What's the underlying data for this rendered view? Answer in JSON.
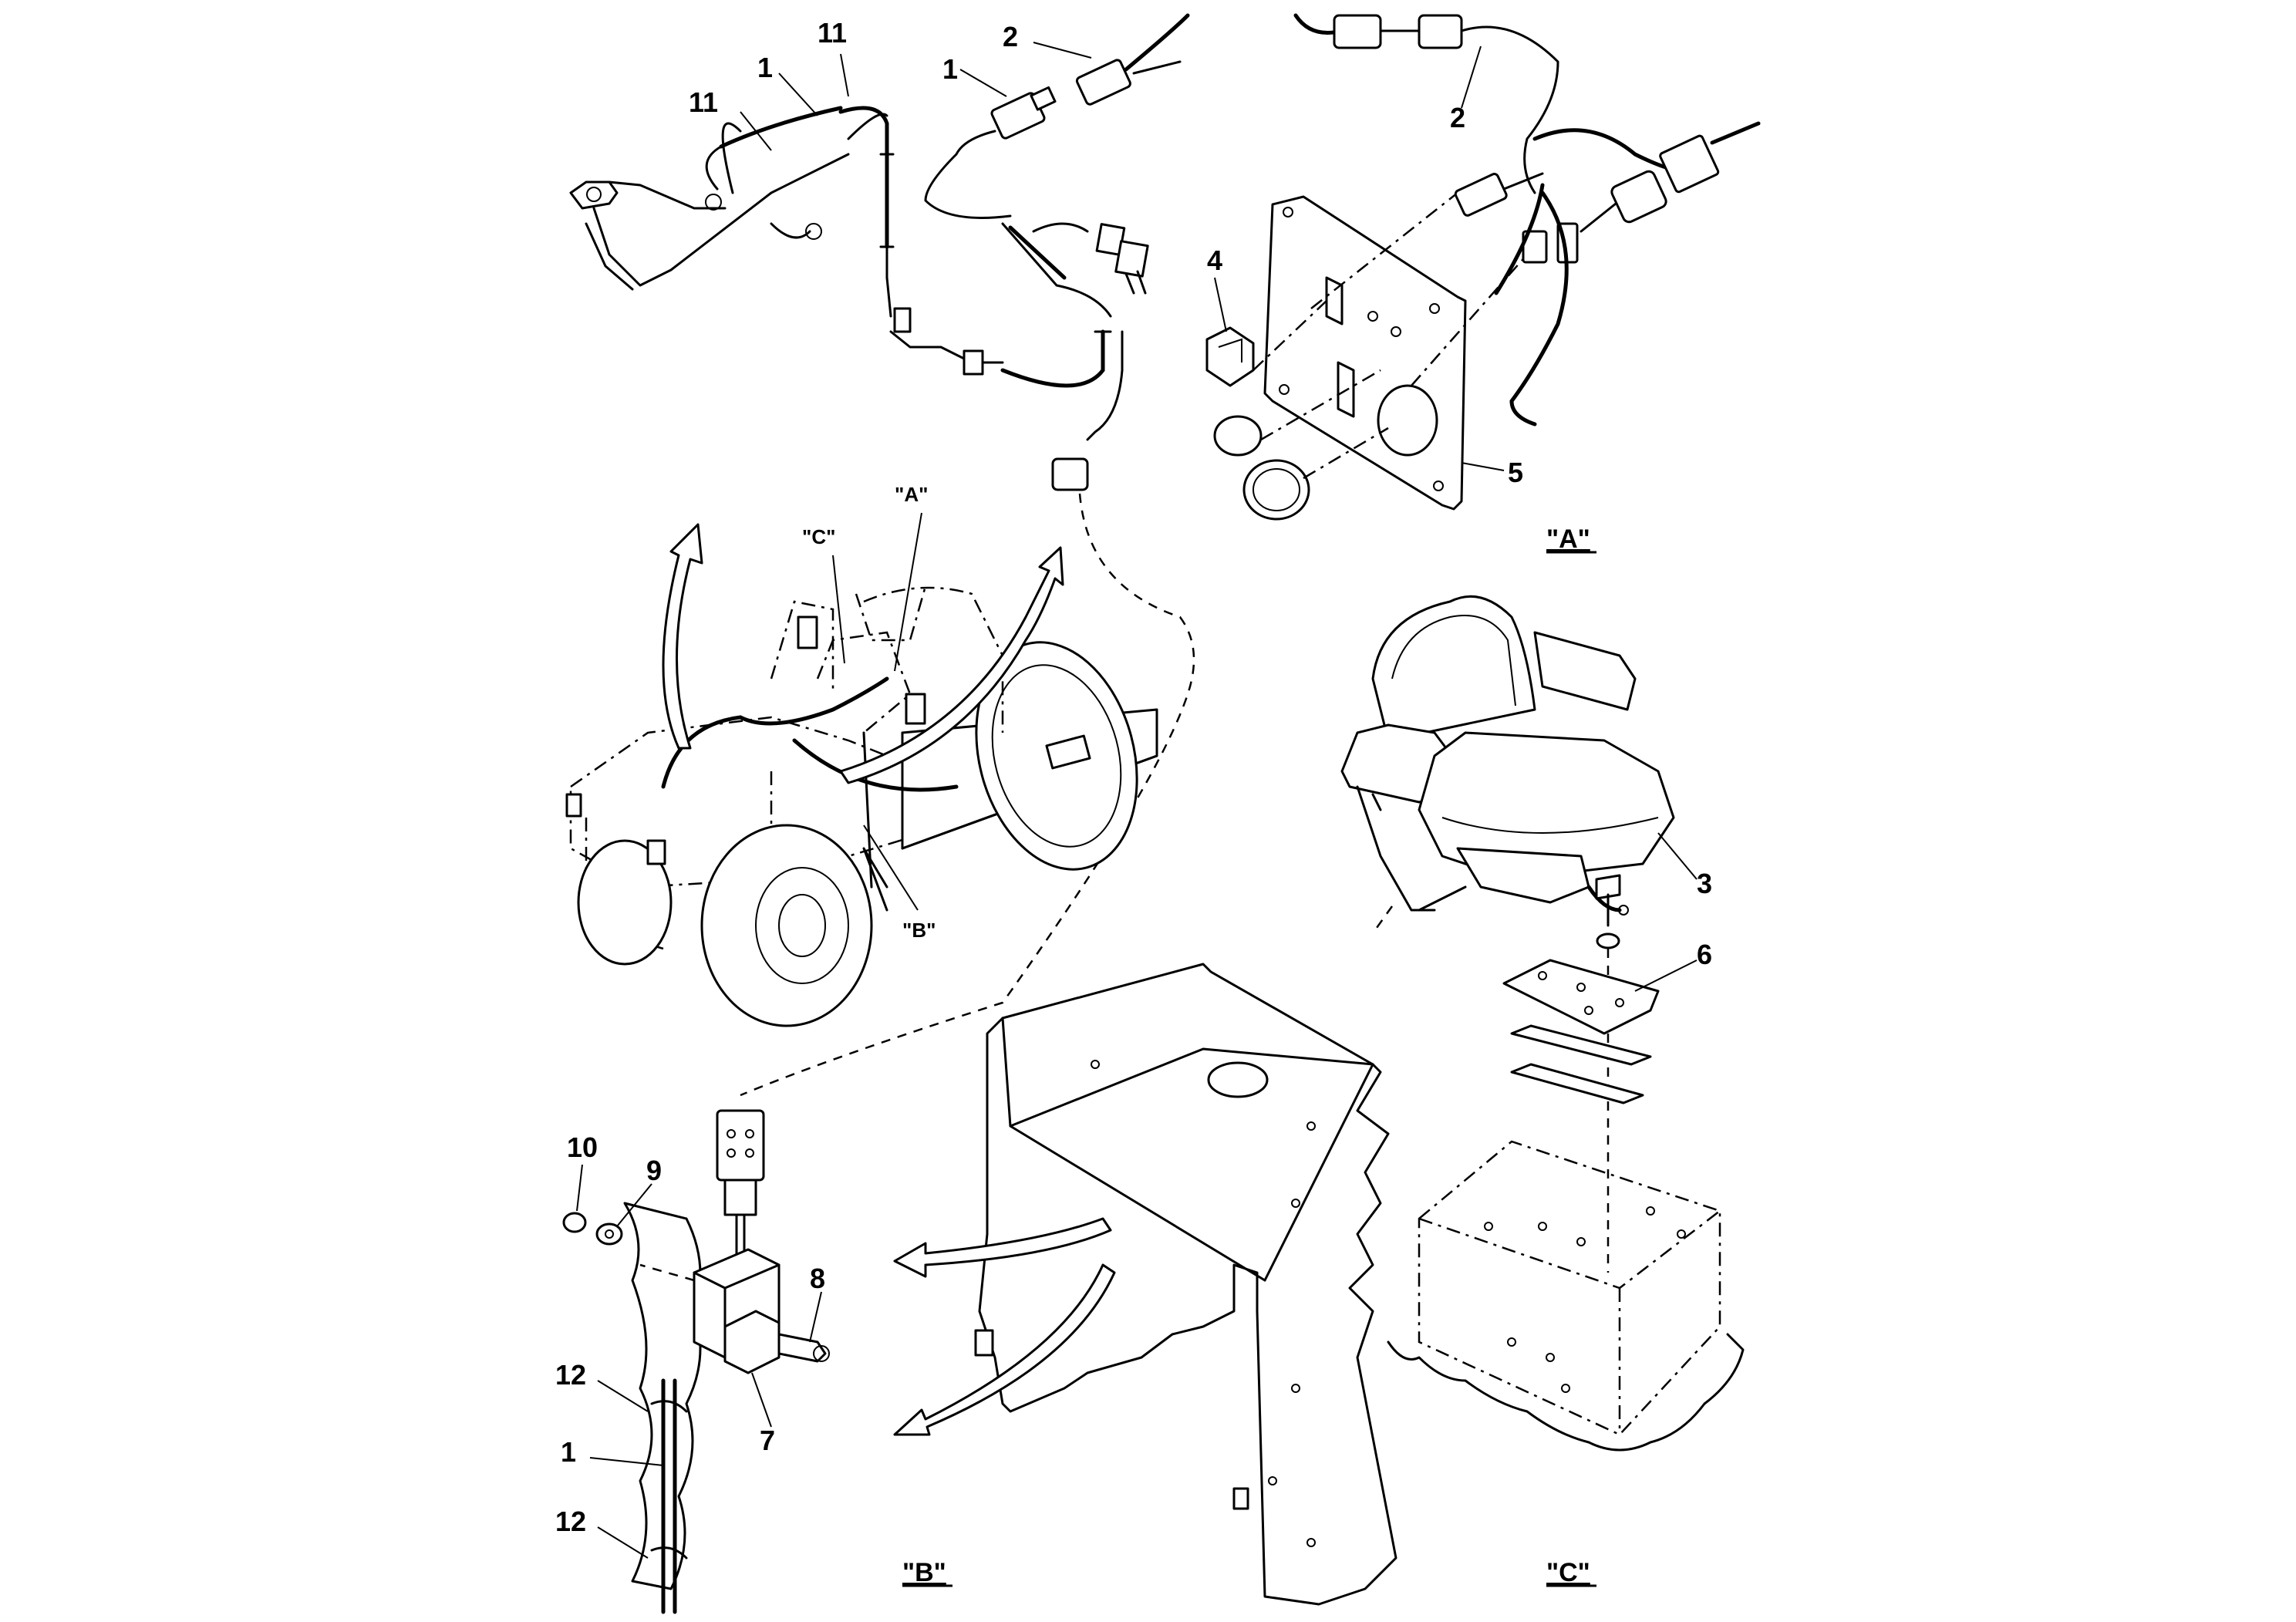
{
  "callouts": {
    "c1_top": "1",
    "c11_top_right": "11",
    "c11_top_left": "11",
    "c1_mid": "1",
    "c2_mid": "2",
    "c2_right": "2",
    "c4": "4",
    "c5": "5",
    "c3": "3",
    "c6": "6",
    "c10": "10",
    "c9": "9",
    "c8": "8",
    "c7": "7",
    "c12_upper": "12",
    "c1_lower": "1",
    "c12_lower": "12"
  },
  "view_labels": {
    "view_a": "\"A\"",
    "view_b": "\"B\"",
    "view_c": "\"C\""
  },
  "machine_labels": {
    "ref_a": "\"A\"",
    "ref_b": "\"B\"",
    "ref_c": "\"C\""
  }
}
